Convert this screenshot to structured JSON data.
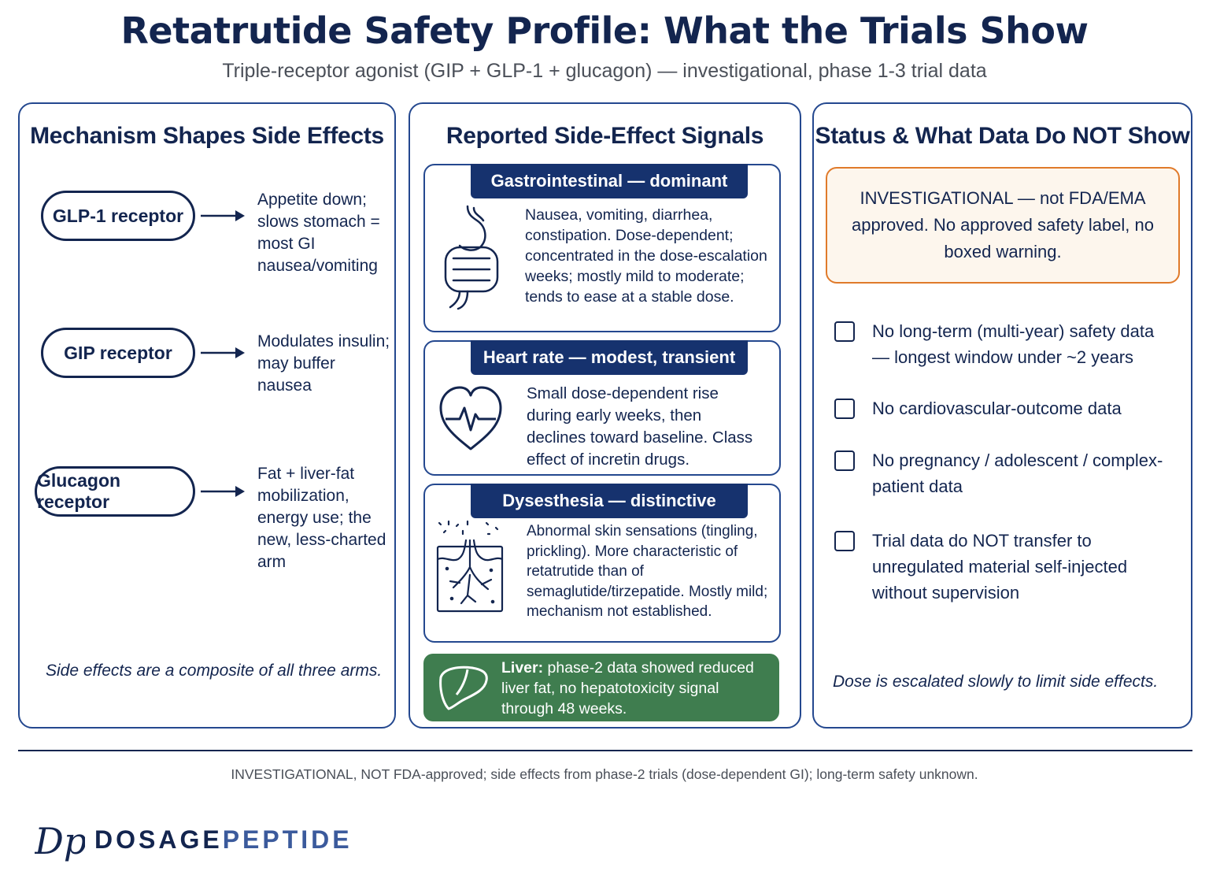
{
  "header": {
    "title": "Retatrutide Safety Profile: What the Trials Show",
    "subtitle": "Triple-receptor agonist (GIP + GLP-1 + glucagon) — investigational, phase 1-3 trial data"
  },
  "mechanism": {
    "title": "Mechanism Shapes Side Effects",
    "items": [
      {
        "receptor": "GLP-1 receptor",
        "effect": "Appetite down; slows stomach = most GI nausea/vomiting"
      },
      {
        "receptor": "GIP receptor",
        "effect": "Modulates insulin; may buffer nausea"
      },
      {
        "receptor": "Glucagon receptor",
        "effect": "Fat + liver-fat mobilization, energy use; the new, less-charted arm"
      }
    ],
    "note": "Side effects are a composite of all three arms."
  },
  "signals": {
    "title": "Reported Side-Effect Signals",
    "cards": [
      {
        "heading": "Gastrointestinal — dominant",
        "icon": "intestine-icon",
        "text": "Nausea, vomiting, diarrhea, constipation. Dose-dependent; concentrated in the dose-escalation weeks; mostly mild to moderate; tends to ease at a stable dose."
      },
      {
        "heading": "Heart rate — modest, transient",
        "icon": "heart-pulse-icon",
        "text": "Small dose-dependent rise during early weeks, then declines toward baseline. Class effect of incretin drugs."
      },
      {
        "heading": "Dysesthesia — distinctive",
        "icon": "skin-nerve-icon",
        "text": "Abnormal skin sensations (tingling, prickling). More characteristic of retatrutide than of semaglutide/tirzepatide. Mostly mild; mechanism not established."
      }
    ],
    "liver": {
      "label": "Liver:",
      "text": " phase-2 data showed reduced liver fat, no hepatotoxicity signal through 48 weeks.",
      "icon": "liver-icon"
    }
  },
  "status": {
    "title": "Status & What Data Do NOT Show",
    "warning": "INVESTIGATIONAL — not FDA/EMA approved. No approved safety label, no boxed warning.",
    "gaps": [
      "No long-term (multi-year) safety data — longest window under ~2 years",
      "No cardiovascular-outcome data",
      "No pregnancy / adolescent / complex-patient data",
      "Trial data do NOT transfer to unregulated material self-injected without supervision"
    ],
    "note": "Dose is escalated slowly to limit side effects."
  },
  "footer": "INVESTIGATIONAL, NOT FDA-approved; side effects from phase-2 trials (dose-dependent GI); long-term safety unknown.",
  "brand": {
    "mark": "Dp",
    "word_a": "DOSAGE",
    "word_b": "PEPTIDE"
  },
  "colors": {
    "navy": "#13254f",
    "header_band": "#16326e",
    "border": "#24488f",
    "warning": "#e07a2a",
    "liver_green": "#3f7d4f"
  }
}
